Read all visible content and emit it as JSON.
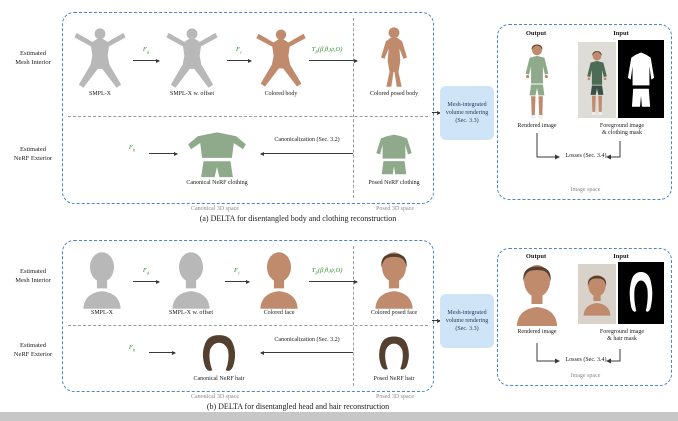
{
  "colors": {
    "accent-blue": "#4a86c8",
    "render-box-bg": "#cfe4f6",
    "mesh-gray": "#b8b8b8",
    "skin": "#c08a6d",
    "clothing-green": "#8fa98b",
    "clothing-green-dark": "#4e6b55",
    "shorts-dark": "#3b5044",
    "hair-brown": "#54402e",
    "math-green": "#2f8f2f",
    "muted-text": "#8a8a8a",
    "photo-bg": "#dddcd6",
    "photo-bg-face": "#d8d2ca",
    "mask-bg": "#000000",
    "page-edge": "#c7c7c7"
  },
  "panel_a": {
    "interior_label": "Estimated\nMesh Interior",
    "exterior_label": "Estimated\nNeRF Exterior",
    "mesh_row": {
      "smplx": "SMPL-X",
      "fd": {
        "base": "F",
        "sub": "d"
      },
      "offset": "SMPL-X w. offset",
      "fc": {
        "base": "F",
        "sub": "c"
      },
      "colored": "Colored body",
      "tp": {
        "base": "T",
        "sub": "P",
        "args": "(β,θ,ψ,O)"
      },
      "posed": "Colored posed body"
    },
    "nerf_row": {
      "fh": {
        "base": "F",
        "sub": "h"
      },
      "canonical": "Canonical NeRF clothing",
      "canonicalization": "Canonicalization (Sec. 3.2)",
      "posed": "Posed NeRF clothing"
    },
    "spaces": {
      "canonical": "Canonical 3D space",
      "posed": "Posed 3D space"
    },
    "render_box": "Mesh-integrated\nvolume rendering\n(Sec. 3.3)",
    "image_space": {
      "output": "Output",
      "input": "Input",
      "rendered": "Rendered image",
      "input_desc": "Foreground image\n& clothing mask",
      "losses": "Losses (Sec. 3.4)",
      "label": "Image space"
    },
    "caption": "(a) DELTA for disentangled body and clothing reconstruction"
  },
  "panel_b": {
    "interior_label": "Estimated\nMesh Interior",
    "exterior_label": "Estimated\nNeRF Exterior",
    "mesh_row": {
      "smplx": "SMPL-X",
      "fd": {
        "base": "F",
        "sub": "d"
      },
      "offset": "SMPL-X w. offset",
      "fc": {
        "base": "F",
        "sub": "c"
      },
      "colored": "Colored face",
      "tp": {
        "base": "T",
        "sub": "P",
        "args": "(β,θ,ψ,O)"
      },
      "posed": "Colored posed face"
    },
    "nerf_row": {
      "fh": {
        "base": "F",
        "sub": "h"
      },
      "canonical": "Canonical NeRF hair",
      "canonicalization": "Canonicalization (Sec. 3.2)",
      "posed": "Posed NeRF hair"
    },
    "spaces": {
      "canonical": "Canonical 3D space",
      "posed": "Posed 3D space"
    },
    "render_box": "Mesh-integrated\nvolume rendering\n(Sec. 3.3)",
    "image_space": {
      "output": "Output",
      "input": "Input",
      "rendered": "Rendered image",
      "input_desc": "Foreground image\n& hair mask",
      "losses": "Losses (Sec. 3.4)",
      "label": "Image space"
    },
    "caption": "(b) DELTA for disentangled head and hair reconstruction"
  }
}
